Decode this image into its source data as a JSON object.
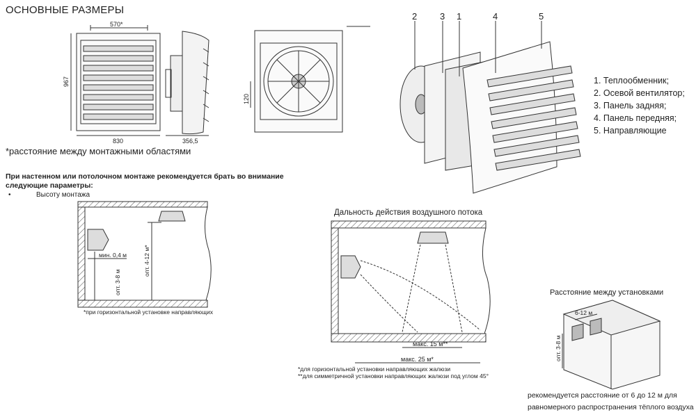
{
  "header": {
    "title": "ОСНОВНЫЕ РАЗМЕРЫ"
  },
  "dimensions": {
    "width_mounting": "570*",
    "height": "967",
    "width_total": "830",
    "depth": "356,5",
    "offset": "120"
  },
  "notes": {
    "mounting_distance": "*расстояние между монтажными областями",
    "instruction": "При настенном или потолочном монтаже рекомендуется брать во внимание следующие параметры:",
    "bullet_symbol": "•",
    "bullet_text": "Высоту монтажа"
  },
  "parts": {
    "callouts": [
      "2",
      "3",
      "1",
      "4",
      "5"
    ],
    "legend": [
      "1. Теплообменник;",
      "2. Осевой вентилятор;",
      "3. Панель задняя;",
      "4. Панель передняя;",
      "5. Направляющие"
    ]
  },
  "mounting_height": {
    "min_label": "мин. 0,4 м",
    "opt_wall": "опт. 3-8 м",
    "opt_ceiling": "опт. 4-12 м*",
    "footnote": "*при горизонтальной установке направляющих"
  },
  "airflow": {
    "title": "Дальность действия воздушного потока",
    "max15": "макс. 15 м**",
    "max25": "макс. 25 м*",
    "footnote1": "*для горизонтальной установки направляющих жалюзи",
    "footnote2": "**для симметричной установки направляющих жалюзи под углом 45°"
  },
  "spacing": {
    "title": "Расстояние между установками",
    "distance": "6-12 м",
    "height": "опт. 3-8 м",
    "recommendation_1": "рекомендуется расстояние от 6 до 12 м для",
    "recommendation_2": "равномерного распространения тёплого воздуха"
  }
}
